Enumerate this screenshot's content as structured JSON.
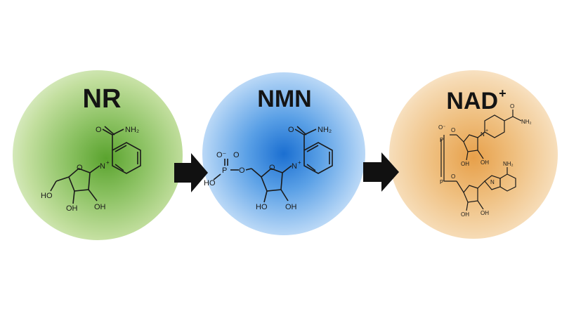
{
  "compounds": [
    {
      "name": "NR",
      "groups": {
        "amide": "O",
        "amine": "NH₂",
        "ring_n": "N",
        "charge": "+",
        "oh5": "HO",
        "oh3": "OH",
        "oh2": "OH",
        "ring_o": "O"
      }
    },
    {
      "name": "NMN",
      "groups": {
        "amide": "O",
        "amine": "NH₂",
        "ring_n": "N",
        "charge": "+",
        "phos_o_minus": "O⁻",
        "phos_p": "P",
        "phos_ho": "HO",
        "phos_o_top": "O",
        "ester_o": "O",
        "ring_o": "O",
        "oh3": "HO",
        "oh2": "OH"
      }
    },
    {
      "name": "NAD",
      "superscript": "+",
      "groups": {
        "o_minus": "O⁻",
        "amide": "O",
        "amine": "NH₂",
        "ring_n": "N",
        "charge": "+",
        "p1": "P",
        "p2": "P",
        "o1": "O",
        "o2": "O",
        "oh1": "OH",
        "oh2": "OH",
        "oh3": "OH",
        "oh4": "OH",
        "adenine_nh2": "NH₂",
        "adenine_n": "N"
      }
    }
  ],
  "arrows": [
    {
      "from": "NR",
      "to": "NMN"
    },
    {
      "from": "NMN",
      "to": "NAD+"
    }
  ],
  "colors": {
    "nr": "#8cc263",
    "nmn": "#5aa0e6",
    "nad": "#efbf7f",
    "arrow": "#111111",
    "ink": "#1a1a1a"
  }
}
